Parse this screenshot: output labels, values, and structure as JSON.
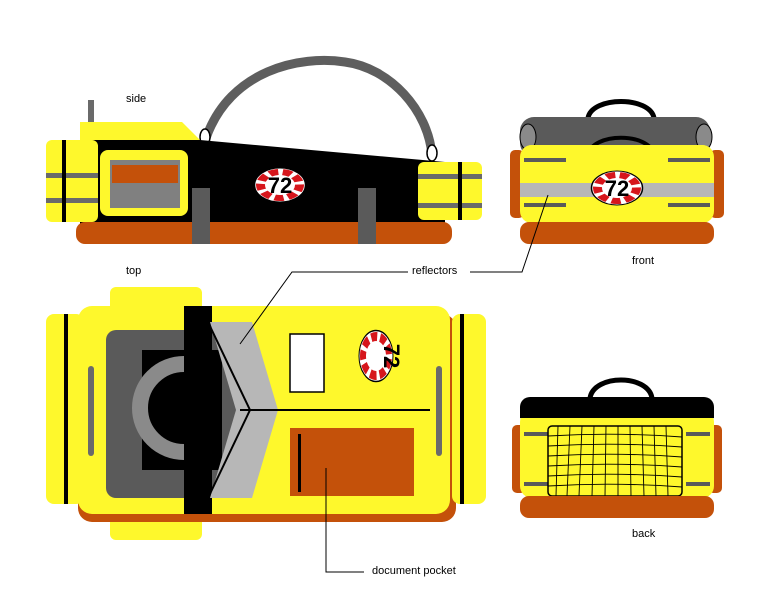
{
  "labels": {
    "side": "side",
    "front": "front",
    "top": "top",
    "back": "back",
    "reflectors": "reflectors",
    "document_pocket": "document pocket"
  },
  "logo": {
    "text": "72"
  },
  "colors": {
    "yellow": "#fef82c",
    "black": "#000000",
    "orange": "#c4510a",
    "dark_gray": "#5a5a5a",
    "mid_gray": "#8a8a8a",
    "light_gray": "#b7b7b7",
    "handle_gray": "#707070",
    "logo_red": "#d6161c",
    "white": "#ffffff"
  }
}
